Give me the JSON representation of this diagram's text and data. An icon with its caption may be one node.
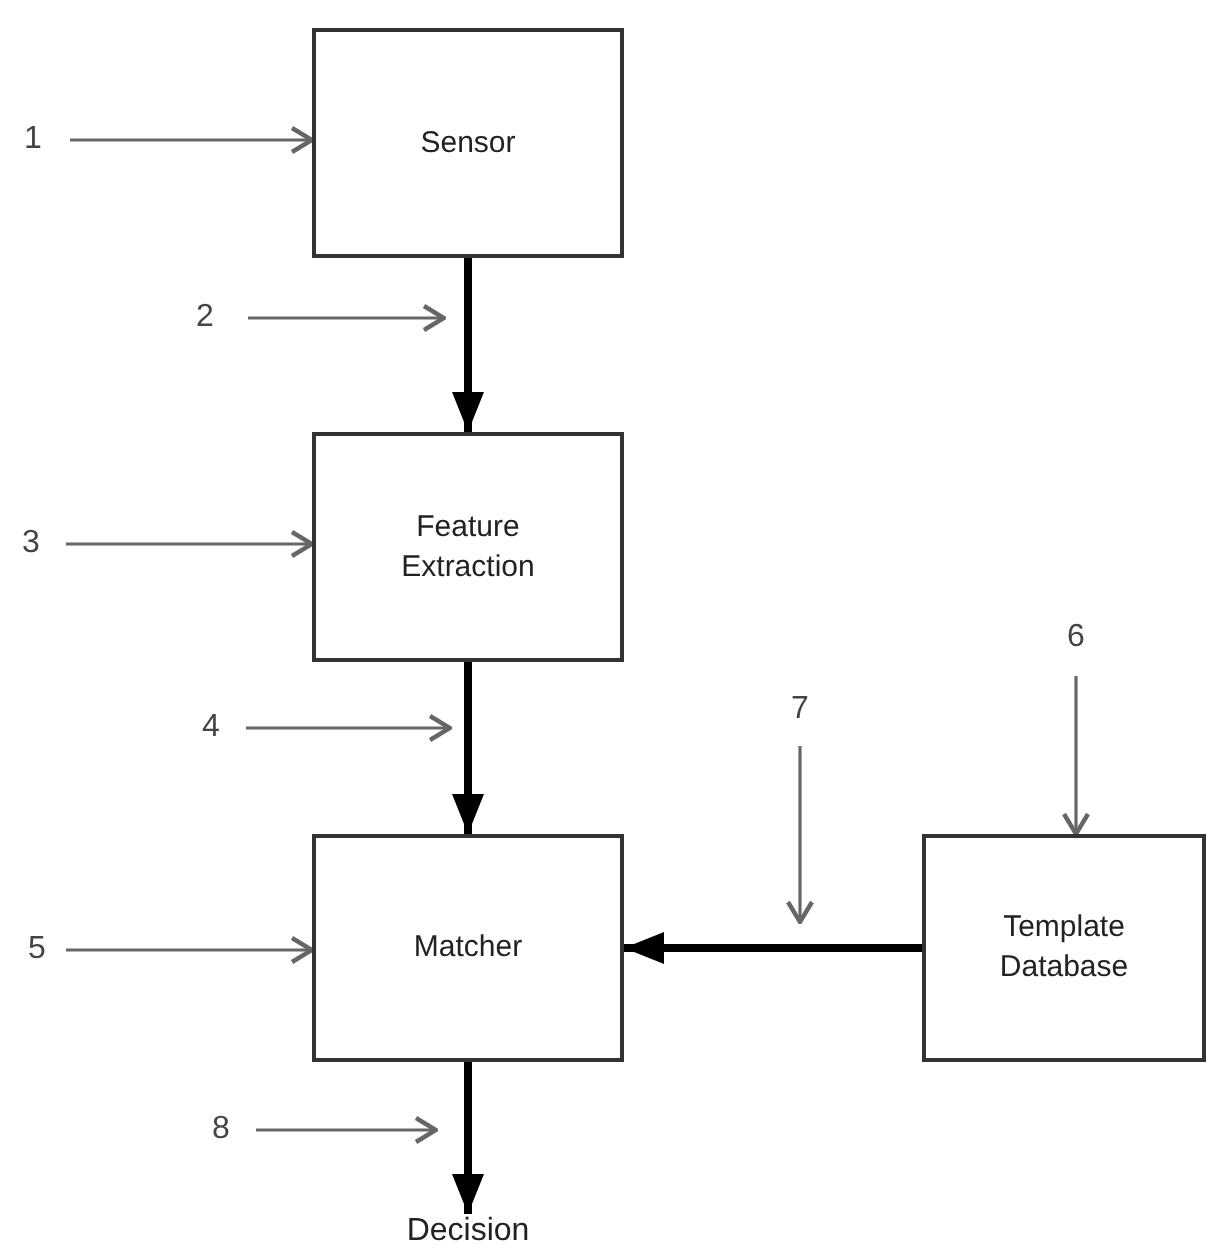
{
  "diagram": {
    "nodes": [
      {
        "text": [
          "1"
        ]
      },
      {
        "text": [
          "Sensor"
        ]
      },
      {
        "text": [
          "2"
        ]
      },
      {
        "text": [
          "3"
        ]
      },
      {
        "text": [
          "Feature Extraction"
        ]
      },
      {
        "text": [
          "4"
        ]
      },
      {
        "text": [
          "6"
        ]
      },
      {
        "text": [
          "7"
        ]
      },
      {
        "text": [
          "5"
        ]
      },
      {
        "text": [
          "Matcher"
        ]
      },
      {
        "text": [
          "Template Database"
        ]
      },
      {
        "text": [
          "8"
        ]
      },
      {
        "text": [
          "Decision"
        ]
      }
    ],
    "edges": [
      {
        "from": 0,
        "to": 1,
        "arrow": "to"
      },
      {
        "from": 2,
        "to": null,
        "arrow": "to"
      },
      {
        "from": 3,
        "to": 4,
        "arrow": "to"
      },
      {
        "from": 5,
        "to": null,
        "arrow": "to"
      },
      {
        "from": 6,
        "to": 10,
        "arrow": "to"
      },
      {
        "from": 7,
        "to": null,
        "arrow": "to"
      },
      {
        "from": 8,
        "to": 9,
        "arrow": "to"
      },
      {
        "from": 11,
        "to": null,
        "arrow": "to"
      },
      {
        "from": 1,
        "to": 4,
        "arrow": "to",
        "style": "thick",
        "color": "#000000"
      },
      {
        "from": 4,
        "to": 9,
        "arrow": "to",
        "style": "thick",
        "color": "#000000"
      },
      {
        "from": 10,
        "to": 9,
        "arrow": "to",
        "style": "thick",
        "color": "#000000"
      },
      {
        "from": 9,
        "to": 12,
        "arrow": "to",
        "style": "thick",
        "color": "#000000"
      }
    ]
  }
}
